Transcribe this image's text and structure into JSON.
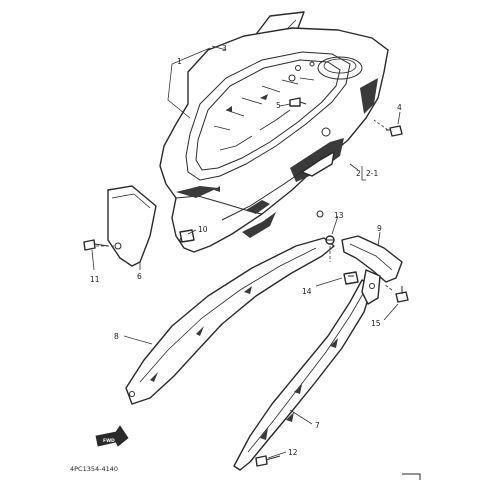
{
  "diagram": {
    "drawing_code": "4PC1354-4140",
    "fwd_label": "FWD",
    "callouts": [
      {
        "id": "c1",
        "text": "1"
      },
      {
        "id": "c2",
        "text": "2"
      },
      {
        "id": "c3",
        "text": "3"
      },
      {
        "id": "c4",
        "text": "4"
      },
      {
        "id": "c5",
        "text": "5"
      },
      {
        "id": "c6",
        "text": "6"
      },
      {
        "id": "c7",
        "text": "7"
      },
      {
        "id": "c8",
        "text": "8"
      },
      {
        "id": "c9",
        "text": "9"
      },
      {
        "id": "c10",
        "text": "10"
      },
      {
        "id": "c11",
        "text": "11"
      },
      {
        "id": "c12",
        "text": "12"
      },
      {
        "id": "c13",
        "text": "13"
      },
      {
        "id": "c14",
        "text": "14"
      },
      {
        "id": "c15",
        "text": "15"
      },
      {
        "id": "c2-1",
        "text": "2-1"
      }
    ]
  }
}
